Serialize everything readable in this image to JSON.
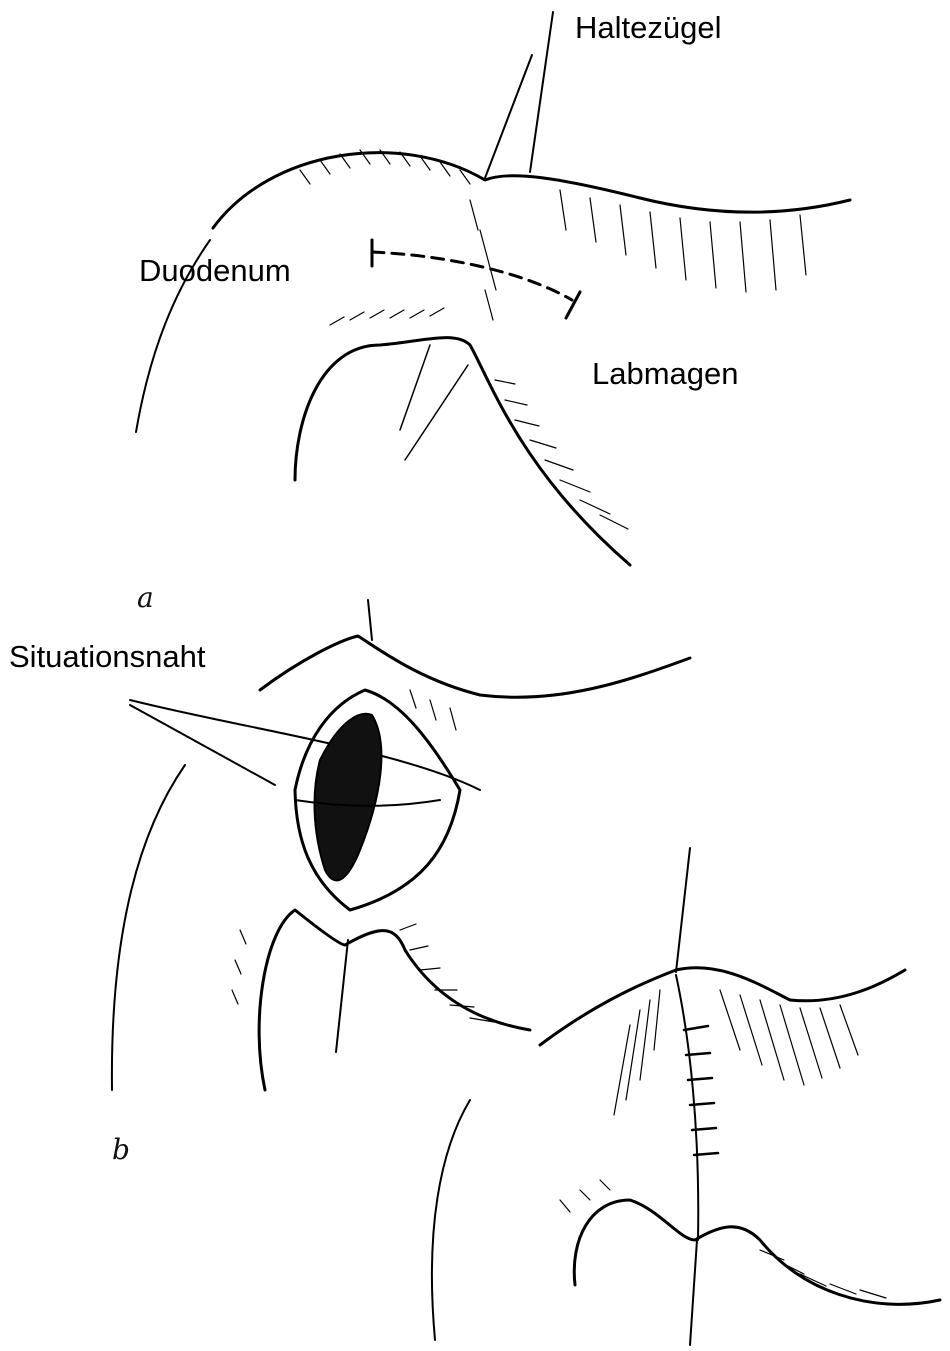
{
  "labels": {
    "haltezuegel": "Haltezügel",
    "duodenum": "Duodenum",
    "labmagen": "Labmagen",
    "situationsnaht": "Situationsnaht"
  },
  "panels": {
    "a": "a",
    "b": "b"
  }
}
